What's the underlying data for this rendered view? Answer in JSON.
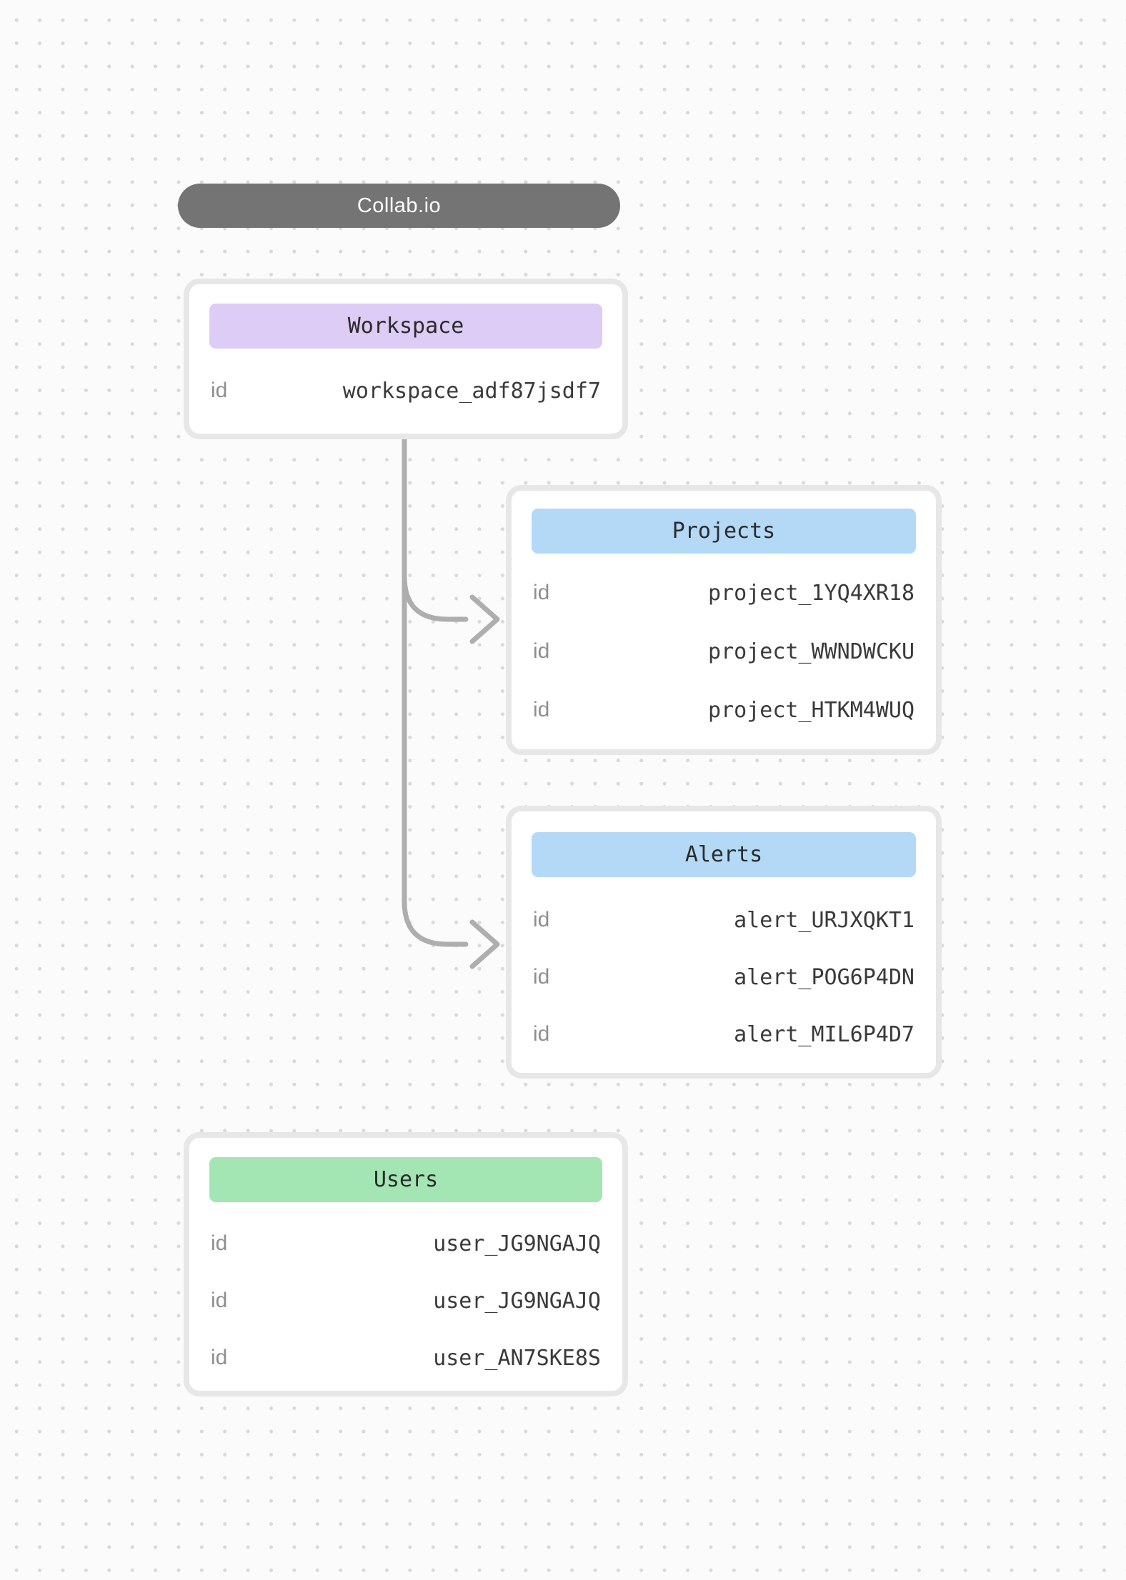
{
  "app": {
    "title": "Collab.io"
  },
  "colors": {
    "pill_bg": "#747474",
    "workspace_header_bg": "#ddccf5",
    "projects_header_bg": "#b3d9f7",
    "alerts_header_bg": "#b3d9f7",
    "users_header_bg": "#a3e6b4",
    "card_border": "#e7e7e7",
    "connector": "#aeaeae",
    "value_text": "#3a3a3a",
    "label_text": "#8f8f8f"
  },
  "entities": {
    "workspace": {
      "title": "Workspace",
      "rows": [
        {
          "label": "id",
          "value": "workspace_adf87jsdf7"
        }
      ]
    },
    "projects": {
      "title": "Projects",
      "rows": [
        {
          "label": "id",
          "value": "project_1YQ4XR18"
        },
        {
          "label": "id",
          "value": "project_WWNDWCKU"
        },
        {
          "label": "id",
          "value": "project_HTKM4WUQ"
        }
      ]
    },
    "alerts": {
      "title": "Alerts",
      "rows": [
        {
          "label": "id",
          "value": "alert_URJXQKT1"
        },
        {
          "label": "id",
          "value": "alert_POG6P4DN"
        },
        {
          "label": "id",
          "value": "alert_MIL6P4D7"
        }
      ]
    },
    "users": {
      "title": "Users",
      "rows": [
        {
          "label": "id",
          "value": "user_JG9NGAJQ"
        },
        {
          "label": "id",
          "value": "user_JG9NGAJQ"
        },
        {
          "label": "id",
          "value": "user_AN7SKE8S"
        }
      ]
    }
  }
}
